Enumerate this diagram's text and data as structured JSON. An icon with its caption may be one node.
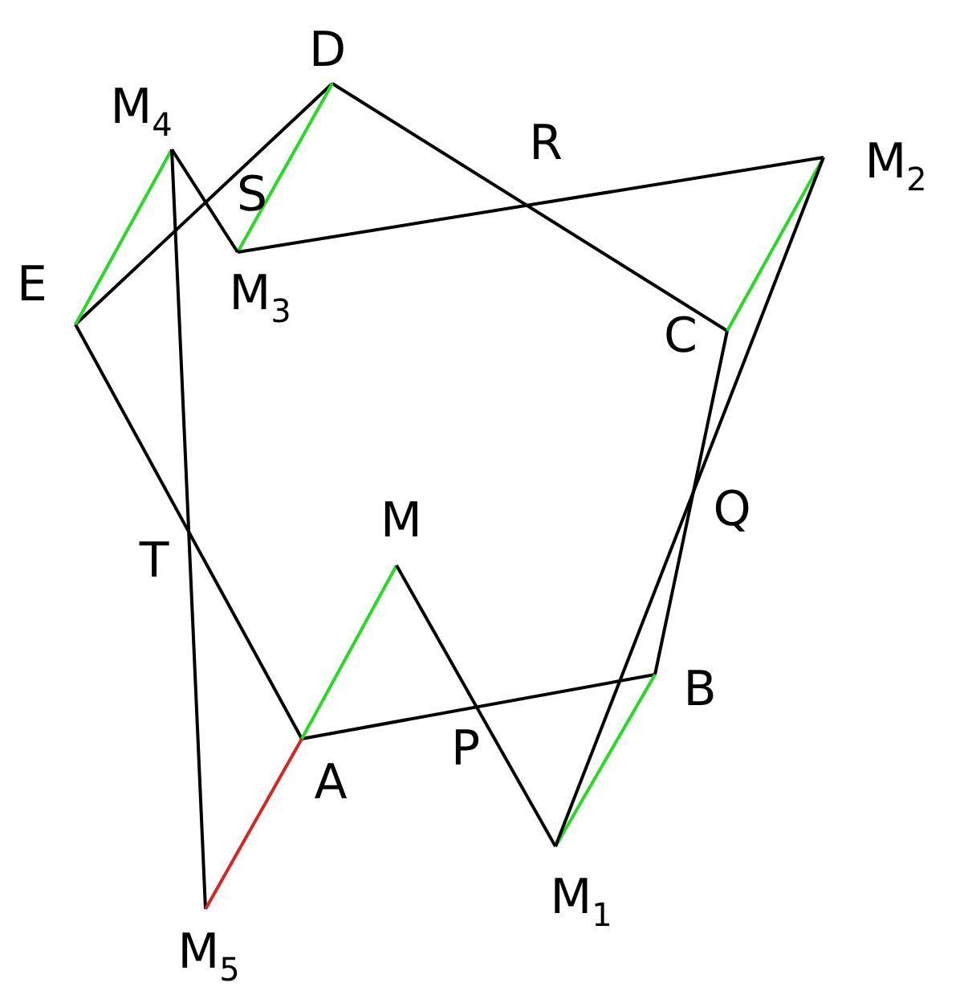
{
  "diagram": {
    "nodes": [
      {
        "text": [
          "D"
        ]
      },
      {
        "text": [
          "M$_{4}$"
        ]
      },
      {
        "text": [
          "M$_{2}$"
        ]
      },
      {
        "text": [
          "E"
        ]
      },
      {
        "text": [
          "M$_{3}$"
        ]
      },
      {
        "text": [
          "C"
        ]
      },
      {
        "text": [
          "M"
        ]
      },
      {
        "text": [
          "B"
        ]
      },
      {
        "text": [
          "A"
        ]
      },
      {
        "text": [
          "M$_{1}$"
        ]
      },
      {
        "text": [
          "M$_{5}$"
        ]
      }
    ],
    "edges": [
      {
        "from": 0,
        "to": 5,
        "arrow": "none"
      },
      {
        "from": 5,
        "to": 7,
        "arrow": "none"
      },
      {
        "from": 7,
        "to": 8,
        "arrow": "none"
      },
      {
        "from": 8,
        "to": 3,
        "arrow": "none"
      },
      {
        "from": 3,
        "to": 0,
        "arrow": "none"
      },
      {
        "from": 8,
        "to": 6,
        "arrow": "none",
        "color": "#22dd22"
      },
      {
        "from": 7,
        "to": 9,
        "arrow": "none",
        "color": "#22dd22"
      },
      {
        "from": 5,
        "to": 2,
        "arrow": "none",
        "color": "#22dd22"
      },
      {
        "from": 0,
        "to": 4,
        "arrow": "none",
        "color": "#22dd22"
      },
      {
        "from": 3,
        "to": 1,
        "arrow": "none",
        "color": "#22dd22"
      },
      {
        "from": 6,
        "to": 9,
        "arrow": "none"
      },
      {
        "from": 9,
        "to": 2,
        "arrow": "none"
      },
      {
        "from": 2,
        "to": 4,
        "arrow": "none"
      },
      {
        "from": 4,
        "to": 1,
        "arrow": "none"
      },
      {
        "from": 1,
        "to": 10,
        "arrow": "none"
      },
      {
        "from": 10,
        "to": 8,
        "arrow": "none",
        "color": "#dd2222"
      }
    ],
    "labels": [
      "R",
      "S",
      "Q",
      "T",
      "P"
    ]
  }
}
